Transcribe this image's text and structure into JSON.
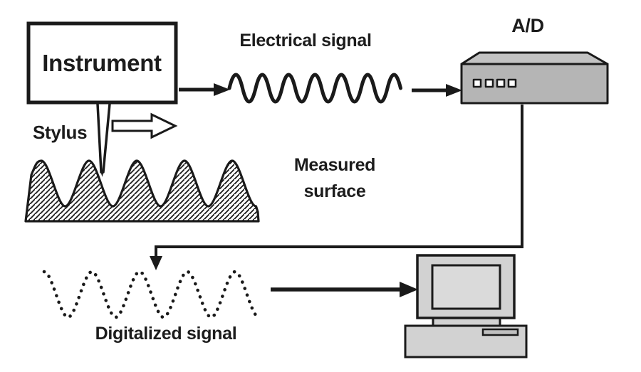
{
  "labels": {
    "instrument": "Instrument",
    "electrical_signal": "Electrical signal",
    "ad_converter": "A/D",
    "stylus": "Stylus",
    "measured_surface_line1": "Measured",
    "measured_surface_line2": "surface",
    "digitalized_signal": "Digitalized signal"
  },
  "colors": {
    "ink": "#1a1a1a",
    "ad_box_front": "#b5b5b5",
    "ad_box_top": "#c3c3c3",
    "ad_indicator": "#ffffff",
    "computer_body": "#d2d2d2",
    "computer_screen": "#dadada",
    "drive_slot": "#bfbfbf",
    "background": "#ffffff"
  }
}
